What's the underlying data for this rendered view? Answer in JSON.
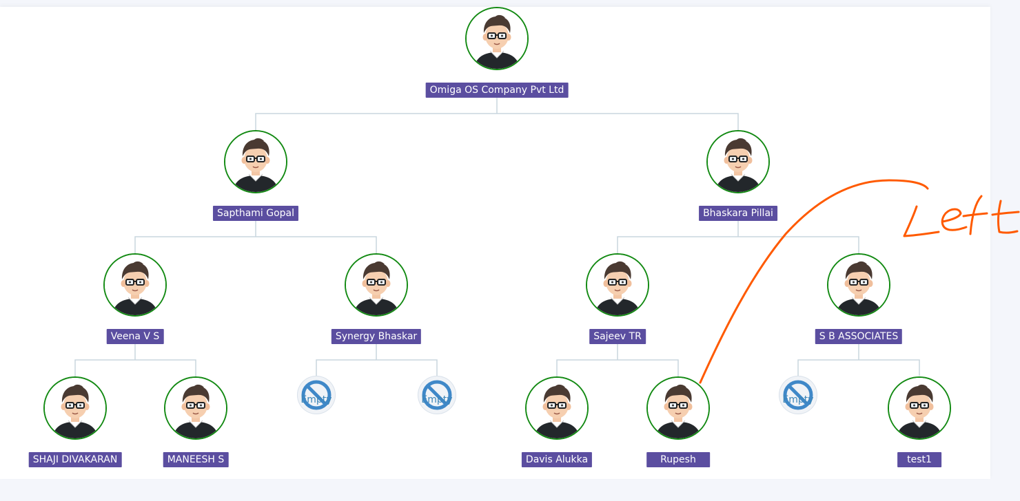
{
  "tree": {
    "root": {
      "name": "Omiga OS Company Pvt Ltd",
      "avatar": "user-avatar-icon"
    },
    "level1": [
      {
        "name": "Sapthami Gopal",
        "avatar": "user-avatar-icon"
      },
      {
        "name": "Bhaskara Pillai",
        "avatar": "user-avatar-icon"
      }
    ],
    "level2": [
      {
        "name": "Veena V S"
      },
      {
        "name": "Synergy Bhaskar"
      },
      {
        "name": "Sajeev TR"
      },
      {
        "name": "S B ASSOCIATES"
      }
    ],
    "level3": [
      {
        "name": "SHAJI DIVAKARAN",
        "empty": false
      },
      {
        "name": "MANEESH S",
        "empty": false
      },
      {
        "name": "Empty",
        "empty": true,
        "icon": "empty-slot-icon"
      },
      {
        "name": "Empty",
        "empty": true,
        "icon": "empty-slot-icon"
      },
      {
        "name": "Davis Alukka",
        "empty": false
      },
      {
        "name": "Rupesh",
        "empty": false
      },
      {
        "name": "Empty",
        "empty": true,
        "icon": "empty-slot-icon"
      },
      {
        "name": "test1",
        "empty": false
      }
    ]
  },
  "annotation": {
    "text": "Left",
    "color": "#ff5a00"
  },
  "colors": {
    "label_bg": "#5b4ea0",
    "avatar_border": "#138a13",
    "line": "#c8d6de",
    "empty_text": "#3d86b8",
    "empty_icon": "#3f88c8"
  }
}
